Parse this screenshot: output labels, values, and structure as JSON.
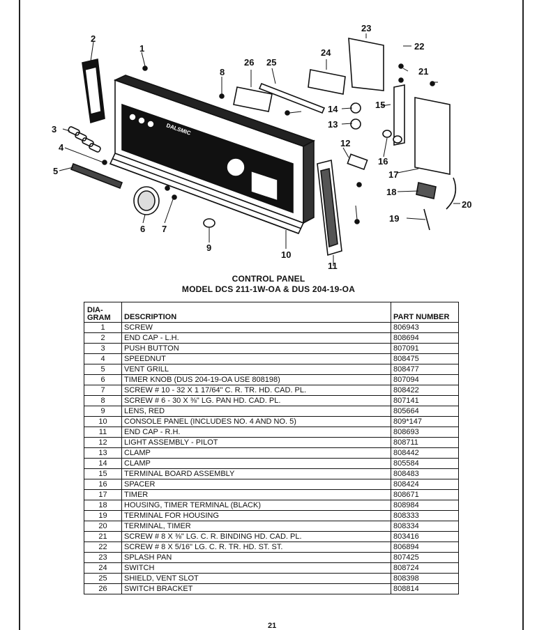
{
  "diagram": {
    "callouts": [
      "1",
      "2",
      "3",
      "4",
      "5",
      "6",
      "7",
      "8",
      "9",
      "10",
      "11",
      "12",
      "13",
      "14",
      "15",
      "16",
      "17",
      "18",
      "19",
      "20",
      "21",
      "22",
      "23",
      "24",
      "25",
      "26"
    ],
    "panel_brand": "DALSMIC"
  },
  "title": "CONTROL PANEL",
  "subtitle": "MODEL DCS 211-1W-OA & DUS 204-19-OA",
  "table": {
    "headers": {
      "diagram_line1": "DIA-",
      "diagram_line2": "GRAM",
      "description": "DESCRIPTION",
      "part_number": "PART NUMBER"
    },
    "rows": [
      {
        "num": "1",
        "desc": "SCREW",
        "pn": "806943"
      },
      {
        "num": "2",
        "desc": "END CAP - L.H.",
        "pn": "808694"
      },
      {
        "num": "3",
        "desc": "PUSH BUTTON",
        "pn": "807091"
      },
      {
        "num": "4",
        "desc": "SPEEDNUT",
        "pn": "808475"
      },
      {
        "num": "5",
        "desc": "VENT GRILL",
        "pn": "808477"
      },
      {
        "num": "6",
        "desc": "TIMER KNOB (DUS 204-19-OA USE 808198)",
        "pn": "807094"
      },
      {
        "num": "7",
        "desc": "SCREW # 10 - 32 x 1 17/64\" C. R. TR. HD. CAD. PL.",
        "pn": "808422"
      },
      {
        "num": "8",
        "desc": "SCREW # 6 - 30 x ⅜\" LG. PAN HD. CAD. PL.",
        "pn": "807141"
      },
      {
        "num": "9",
        "desc": "LENS, RED",
        "pn": "805664"
      },
      {
        "num": "10",
        "desc": "CONSOLE PANEL (INCLUDES NO. 4 AND NO. 5)",
        "pn": "809*147"
      },
      {
        "num": "11",
        "desc": "END CAP - R.H.",
        "pn": "808693"
      },
      {
        "num": "12",
        "desc": "LIGHT ASSEMBLY - PILOT",
        "pn": "808711"
      },
      {
        "num": "13",
        "desc": "CLAMP",
        "pn": "808442"
      },
      {
        "num": "14",
        "desc": "CLAMP",
        "pn": "805584"
      },
      {
        "num": "15",
        "desc": "TERMINAL BOARD ASSEMBLY",
        "pn": "808483"
      },
      {
        "num": "16",
        "desc": "SPACER",
        "pn": "808424"
      },
      {
        "num": "17",
        "desc": "TIMER",
        "pn": "808671"
      },
      {
        "num": "18",
        "desc": "HOUSING, TIMER TERMINAL (BLACK)",
        "pn": "808984"
      },
      {
        "num": "19",
        "desc": "TERMINAL FOR HOUSING",
        "pn": "808333"
      },
      {
        "num": "20",
        "desc": "TERMINAL, TIMER",
        "pn": "808334"
      },
      {
        "num": "21",
        "desc": "SCREW # 8 x ⅜\" LG. C. R. BINDING HD. CAD. PL.",
        "pn": "803416"
      },
      {
        "num": "22",
        "desc": "SCREW # 8 x 5/16\" LG. C. R. TR. HD. ST. ST.",
        "pn": "806894"
      },
      {
        "num": "23",
        "desc": "SPLASH PAN",
        "pn": "807425"
      },
      {
        "num": "24",
        "desc": "SWITCH",
        "pn": "808724"
      },
      {
        "num": "25",
        "desc": "SHIELD, VENT SLOT",
        "pn": "808398"
      },
      {
        "num": "26",
        "desc": "SWITCH BRACKET",
        "pn": "808814"
      }
    ]
  },
  "page_number": "21"
}
